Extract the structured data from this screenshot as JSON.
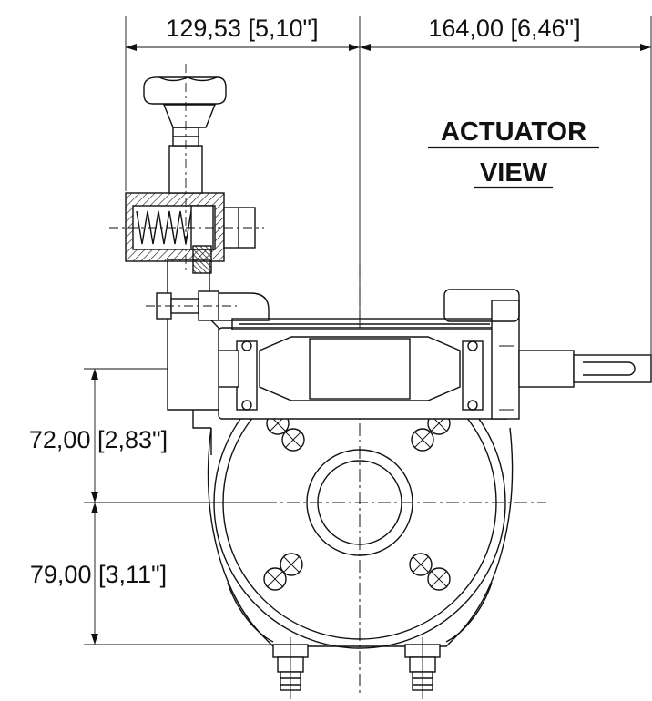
{
  "drawing": {
    "title_line1": "ACTUATOR",
    "title_line2": "VIEW",
    "dim_top_left": "129,53 [5,10\"]",
    "dim_top_right": "164,00 [6,46\"]",
    "dim_left_upper": "72,00 [2,83\"]",
    "dim_left_lower": "79,00 [3,11\"]"
  }
}
